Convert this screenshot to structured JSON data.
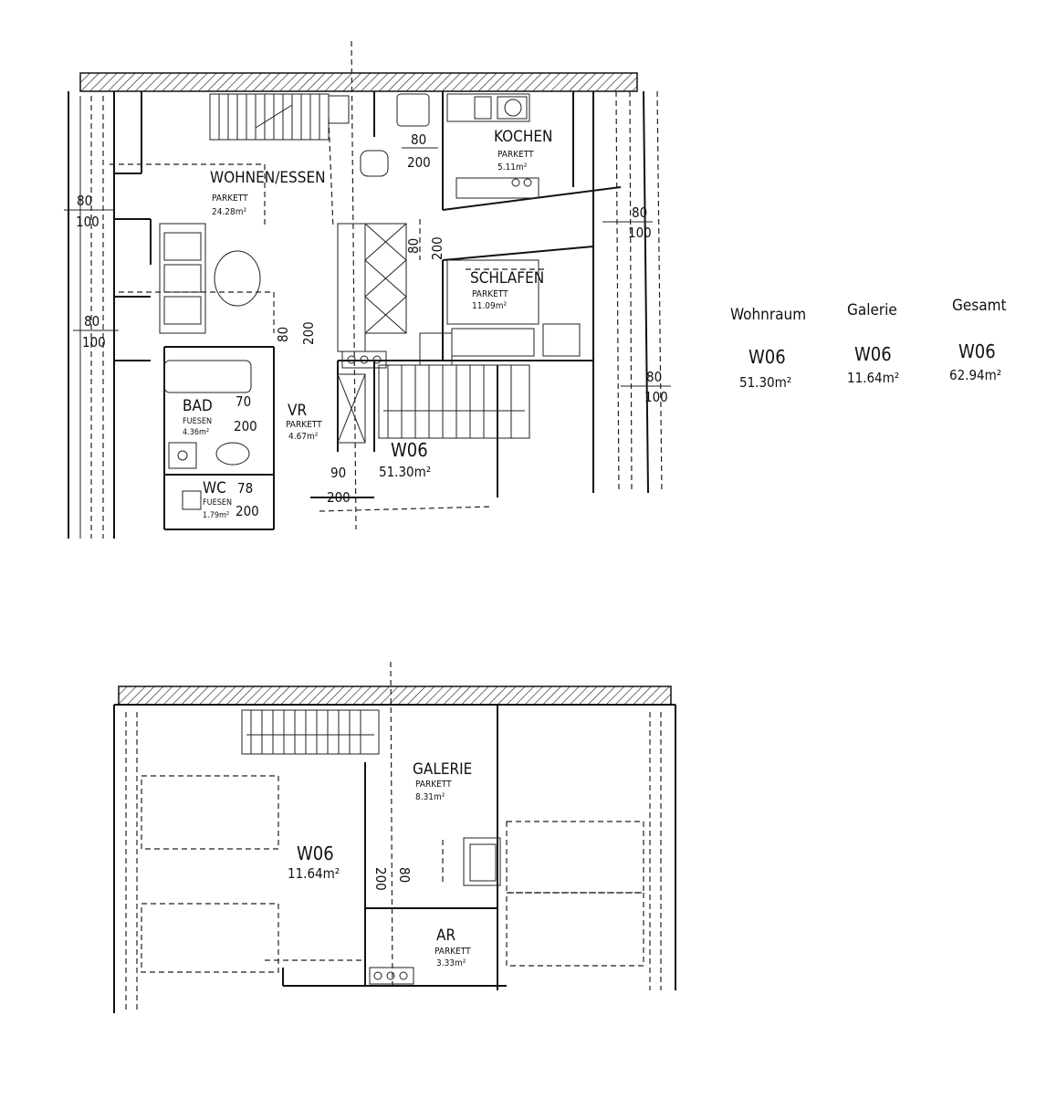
{
  "upper_plan": {
    "rooms": {
      "wohnen": {
        "name": "WOHNEN/ESSEN",
        "floor": "PARKETT",
        "area": "24.28m²"
      },
      "kochen": {
        "name": "KOCHEN",
        "floor": "PARKETT",
        "area": "5.11m²"
      },
      "schlafen": {
        "name": "SCHLAFEN",
        "floor": "PARKETT",
        "area": "11.09m²"
      },
      "bad": {
        "name": "BAD",
        "floor": "FUESEN",
        "area": "4.36m²"
      },
      "vr": {
        "name": "VR",
        "floor": "PARKETT",
        "area": "4.67m²"
      },
      "wc": {
        "name": "WC",
        "floor": "FUESEN",
        "area": "1.79m²"
      }
    },
    "unit": {
      "name": "W06",
      "area": "51.30m²"
    },
    "dims": {
      "d80_a": "80",
      "d200_a": "200",
      "d80_b": "80",
      "d200_b": "200",
      "d80_c": "80",
      "d200_c": "200",
      "d70": "70",
      "d200_d": "200",
      "d78": "78",
      "d200_e": "200",
      "d90": "90",
      "d200_f": "200",
      "w80_l1": "80",
      "w100_l1": "100",
      "w80_l2": "80",
      "w100_l2": "100",
      "w80_r1": "80",
      "w100_r1": "100",
      "w80_r2": "80",
      "w100_r2": "100"
    }
  },
  "lower_plan": {
    "rooms": {
      "galerie": {
        "name": "GALERIE",
        "floor": "PARKETT",
        "area": "8.31m²"
      },
      "ar": {
        "name": "AR",
        "floor": "PARKETT",
        "area": "3.33m²"
      }
    },
    "unit": {
      "name": "W06",
      "area": "11.64m²"
    },
    "dims": {
      "d200": "200",
      "d80": "80"
    }
  },
  "area_table": {
    "columns": [
      {
        "header": "Wohnraum",
        "unit": "W06",
        "area": "51.30m²"
      },
      {
        "header": "Galerie",
        "unit": "W06",
        "area": "11.64m²"
      },
      {
        "header": "Gesamt",
        "unit": "W06",
        "area": "62.94m²"
      }
    ]
  }
}
